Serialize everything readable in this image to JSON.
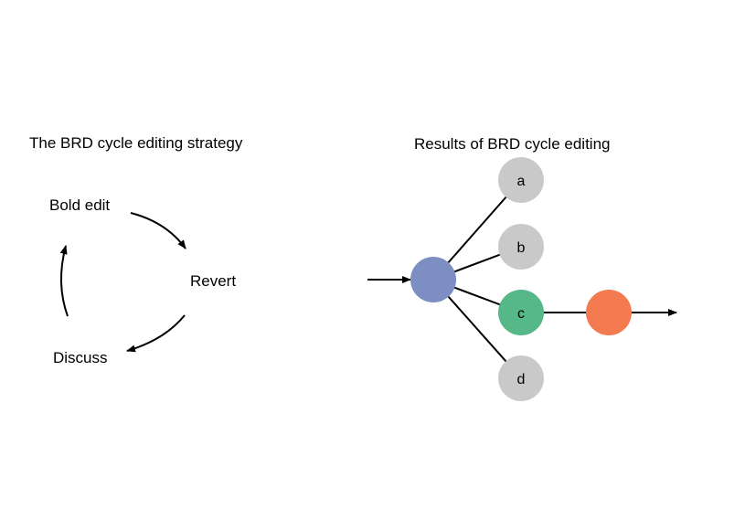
{
  "left_diagram": {
    "title": "The BRD cycle editing strategy",
    "steps": [
      "Bold edit",
      "Revert",
      "Discuss"
    ]
  },
  "right_diagram": {
    "title": "Results of BRD cycle editing",
    "branches": [
      "a",
      "b",
      "c",
      "d"
    ]
  },
  "colors": {
    "start_node": "#7d8fc2",
    "branch_node": "#c9c9c9",
    "selected_node": "#56b789",
    "end_node": "#f47a4f",
    "line": "#000000"
  }
}
